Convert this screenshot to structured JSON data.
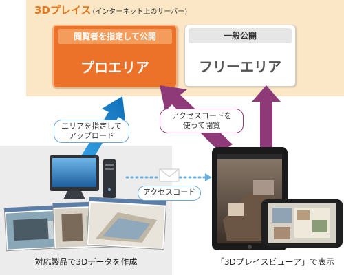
{
  "cloud": {
    "title": "3Dプレイス",
    "subtitle": "(インターネット上のサーバー)",
    "pro_area": {
      "header": "閲覧者を指定して公開",
      "label": "プロエリア"
    },
    "free_area": {
      "header": "一般公開",
      "label": "フリーエリア"
    }
  },
  "bubbles": {
    "upload_line1": "エリアを指定して",
    "upload_line2": "アップロード",
    "access_line1": "アクセスコードを",
    "access_line2": "使って閲覧",
    "access_code": "アクセスコード"
  },
  "captions": {
    "left": "対応製品で3Dデータを作成",
    "right": "「3Dプレイスビューア」で表示"
  },
  "colors": {
    "cloud_bg": "#fbe7c6",
    "title_orange": "#e8781a",
    "pro_orange": "#ec7229",
    "upload_arrow_blue": "#1e8fd6",
    "view_arrow_purple": "#8e3a78"
  }
}
